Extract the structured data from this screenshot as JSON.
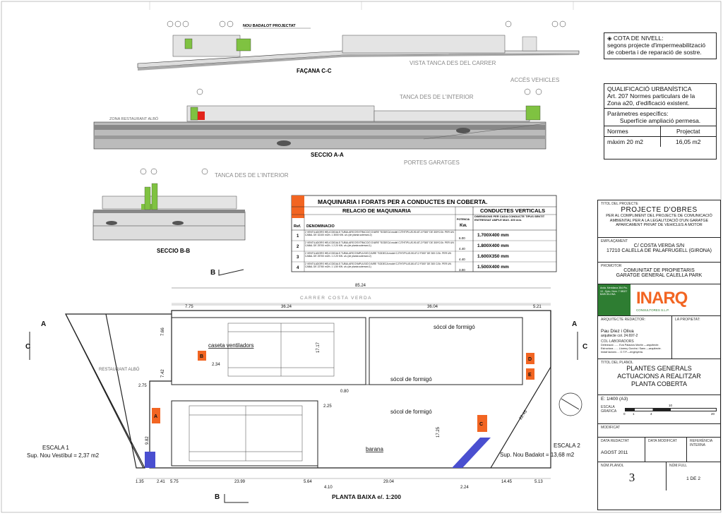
{
  "drawing": {
    "elevation_title": "FAÇANA C-C",
    "street_fence": "VISTA TANCA DES DEL CARRER",
    "new_badalot": "NOU BADALOT PROJECTAT",
    "interior_fence": "TANCA DES DE L'INTERIOR",
    "vehicle_access": "ACCÉS VEHICLES",
    "restaurant_zone": "ZONA RESTAURANT ALBÓ",
    "section_aa": "SECCIO A-A",
    "garage_doors": "PORTES GARATGES",
    "section_bb": "SECCIO B-B",
    "plan_title": "PLANTA BAIXA e/. 1:200",
    "street_name": "CARRER COSTA VERDA",
    "restaurant": "RESTAURANT ALBÓ",
    "fan_box": "caseta ventiladors",
    "plinth": "sócol de formigó",
    "railing": "barana",
    "stair1_title": "ESCALA 1",
    "stair1_area": "Sup. Nou Vestíbul = 2,37 m2",
    "stair2_title": "ESCALA 2",
    "stair2_area": "Sup. Nou Badalot = 13,68 m2",
    "marker_a": "A",
    "marker_b": "B",
    "marker_c": "C",
    "marker_d": "D",
    "marker_e": "E",
    "dims": {
      "total": "85.24",
      "d775": "7.75",
      "d3624": "36.24",
      "d3604": "36.04",
      "d521": "5.21",
      "b135": "1.35",
      "b241": "2.41",
      "b575": "5.75",
      "b2399": "23.99",
      "b564": "5.64",
      "b410": "4.10",
      "b2904": "29.04",
      "b224": "2.24",
      "b1445": "14.45",
      "b513": "5.13",
      "v1717": "17.17",
      "v1725": "17.25",
      "v766": "7.66",
      "v742": "7.42",
      "v982": "9.82",
      "v275": "2.75",
      "v225": "2.25",
      "v234": "2.34",
      "v080": "0.80",
      "v2245": "22.45"
    }
  },
  "machinery": {
    "title": "MAQUINARIA I FORATS PER A CONDUCTES EN COBERTA.",
    "col_group1": "RELACIO DE MAQUINARIA",
    "col_group2": "CONDUCTES VERTICALS",
    "h_ref": "Ref.",
    "h_denom": "DENOMINACIO",
    "h_power": "POTENCIA",
    "h_kw": "Kw.",
    "h_dims": "DIMENSIONS PER CADA CONDUCTE TIPUS SENTIT ENTRESSAT AMPLE MAX. 400 mm.",
    "rows": [
      {
        "ref": "1",
        "desc": "2 VENTILADORS HELICOIDALS TUBULARS D'EXTRACCIÓ D'AIRE \"SODECA model CJTHT/PLUS-90-6T-4 F300\" DE 300ºC/1h. PER UN CABAL DE 32100 m3/h. 1 3000 KW. c/u (de planta soterrani-2)",
        "kw": "6.00",
        "duct": "1.700X400  mm"
      },
      {
        "ref": "2",
        "desc": "2 VENTILADORS HELICOIDALS TUBULARS D'EXTRACCIÓ D'AIRE \"SODECA model CJTHT/PLUS-90-6T-2 F300\" DE 300ºC/1h. PER UN CABAL DE 25700 m3/h. 1 2.20 KW. c/u (de planta soterrani-1)",
        "kw": "4.40",
        "duct": "1.800X400  mm"
      },
      {
        "ref": "3",
        "desc": "2 VENTILADORS HELICOIDALS TUBULARS D'IMPULSIÓ D'AIRE \"SODECA model CJTHT/PLUS-90-6T-2 F300\" DE 300 C/1h. PER UN CABAL DE 25700 m3/h. 1 2.20 KW. c/u (de planta soterrani-2)",
        "kw": "4.40",
        "duct": "1.600X350  mm"
      },
      {
        "ref": "4",
        "desc": "2 VENTILADORS HELICOIDALS TUBULARS D'IMPULSIÓ D'AIRE \"SODECA model CJTHT/PLUS-80-6T-2 F300\" DE 300 C/1h. PER UN CABAL DE 22760 m3/h. 1 1,50 KW. c/u (de planta soterrani-1)",
        "kw": "3.00",
        "duct": "1.500X400  mm"
      }
    ]
  },
  "notes": {
    "level_note": "COTA DE NIVELL:",
    "level_text1": "segons projecte d'impermeabilització",
    "level_text2": "de coberta i de reparació de sostre.",
    "urban_title": "QUALIFICACIÓ URBANÍSTICA",
    "urban_l1": "Art. 207 Normes particulars de la",
    "urban_l2": "Zona a20, d'edificació existent.",
    "params_title": "Paràmetres específics:",
    "params_sub": "Superfície ampliació permesa.",
    "col_normes": "Normes",
    "col_projectat": "Projectat",
    "val_normes": "màxim 20 m2",
    "val_projectat": "16,05 m2"
  },
  "title_block": {
    "lbl_title": "TITOL DEL PROJECTE",
    "project": "PROJECTE D'OBRES",
    "desc1": "PER AL COMPLIMENT DEL PROJECTE DE COMUNICACIÓ",
    "desc2": "AMBIENTAL PER A LA LEGALITZACIÓ D'UN GARATGE",
    "desc3": "APARCAMENT PRIVAT DE VEHICLES A MOTOR",
    "lbl_site": "EMPLAÇAMENT",
    "site1": "C/ COSTA VERDA S/N",
    "site2": "17210 CALELLA DE PALAFRUGELL (GIRONA)",
    "lbl_promoter": "PROMOTOR",
    "promoter1": "COMUNITAT DE PROPIETARIS",
    "promoter2": "GARATGE GENERAL CALELLA PARK",
    "firm_addr": "Avda. Meridiana 354 Pis. 10 - Dpto. Núm. 7 08027 BARCELONA",
    "logo": "INARQ",
    "logo_sub": "CONSULTORES S.L.P.",
    "lbl_architect": "ARQUITECTE REDACTOR:",
    "lbl_owner": "LA PROPIETAT:",
    "architect": "Pau Díez i Oliva",
    "architect_col": "arquitecte col. 24.697-2",
    "lbl_collab": "COL·LABORADORS",
    "collab1": "Delineació ...... Eva Palacios Martín —arquitecte.",
    "collab2": "Estructura ...... Llorenç Gorchs i Sans —arquitecte.",
    "collab3": "Instal·lacions ... O.T.P.—enginyeria.",
    "lbl_plan": "TITOL DEL PLANOL",
    "plan1": "PLANTES GENERALS",
    "plan2": "ACTUACIONS A REALITZAR",
    "plan3": "PLANTA COBERTA",
    "scale": "E: 1/400 (A3)",
    "lbl_graphic_scale": "ESCALA GRAFICA",
    "scale_ticks": [
      "0",
      "1",
      "4",
      "10",
      "20"
    ],
    "lbl_modif": "MODIFICAT",
    "lbl_date": "DATA REDACTAT",
    "lbl_date_mod": "DATA MODIFICAT",
    "lbl_ref": "REFERÈNCIA INTERNA",
    "date": "AGOST 2011",
    "lbl_num": "NÚM.PLANOL",
    "lbl_full": "NÚM.FULL",
    "sheet_num": "3",
    "sheet_of": "1  DE  2"
  }
}
